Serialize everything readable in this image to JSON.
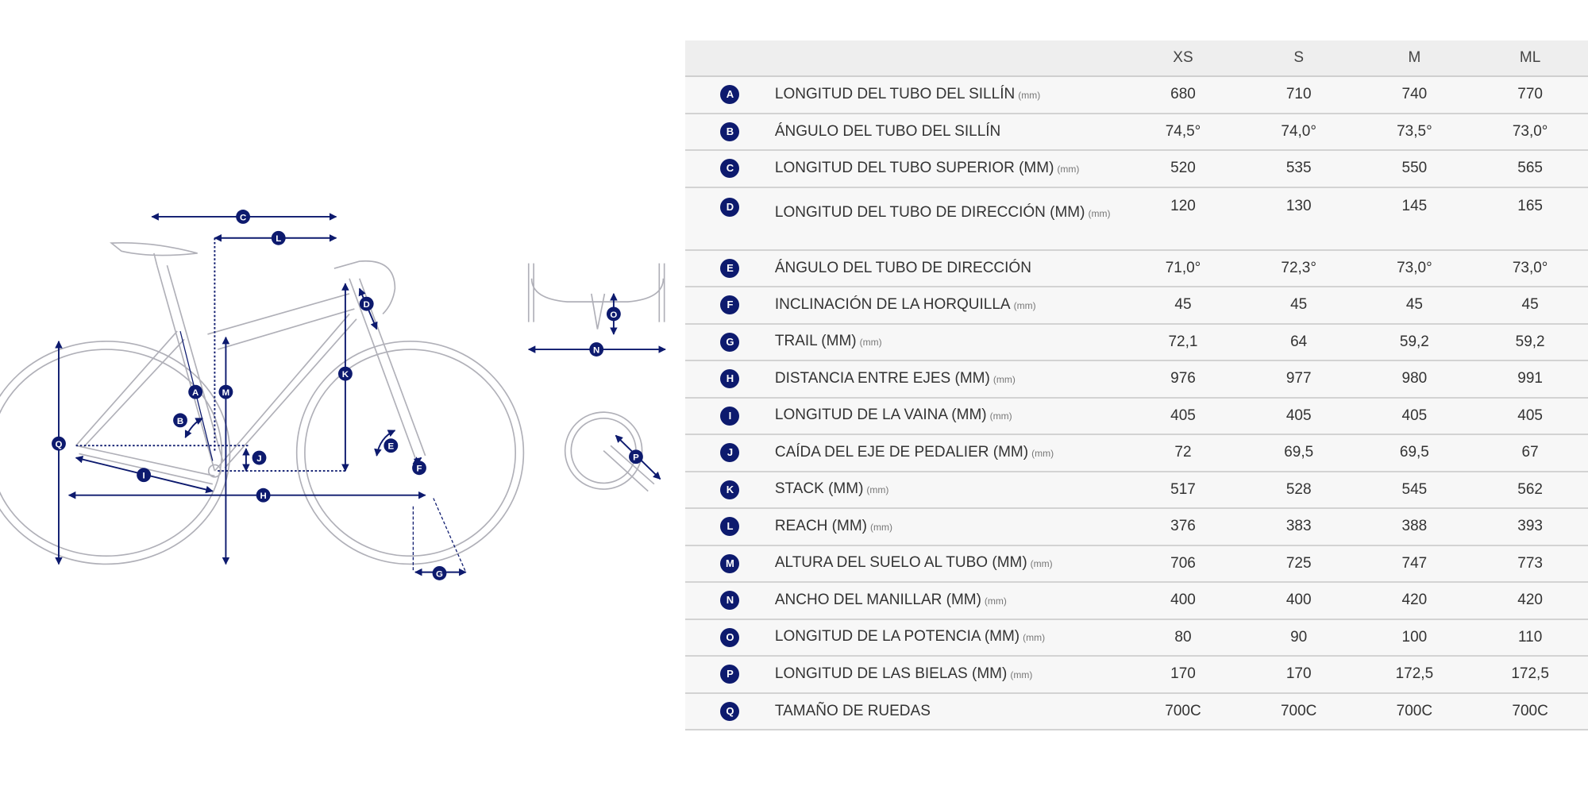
{
  "table": {
    "sizes": [
      "XS",
      "S",
      "M",
      "ML"
    ],
    "rows": [
      {
        "letter": "A",
        "label": "LONGITUD DEL TUBO DEL SILLÍN",
        "unit": "(mm)",
        "values": [
          "680",
          "710",
          "740",
          "770"
        ]
      },
      {
        "letter": "B",
        "label": "ÁNGULO DEL TUBO DEL SILLÍN",
        "unit": "",
        "values": [
          "74,5°",
          "74,0°",
          "73,5°",
          "73,0°"
        ]
      },
      {
        "letter": "C",
        "label": "LONGITUD DEL TUBO SUPERIOR (MM)",
        "unit": "(mm)",
        "values": [
          "520",
          "535",
          "550",
          "565"
        ]
      },
      {
        "letter": "D",
        "label": "LONGITUD DEL TUBO DE DIRECCIÓN (MM)",
        "unit": "(mm)",
        "values": [
          "120",
          "130",
          "145",
          "165"
        ]
      },
      {
        "letter": "E",
        "label": "ÁNGULO DEL TUBO DE DIRECCIÓN",
        "unit": "",
        "values": [
          "71,0°",
          "72,3°",
          "73,0°",
          "73,0°"
        ]
      },
      {
        "letter": "F",
        "label": "INCLINACIÓN DE LA HORQUILLA",
        "unit": "(mm)",
        "values": [
          "45",
          "45",
          "45",
          "45"
        ]
      },
      {
        "letter": "G",
        "label": "TRAIL (MM)",
        "unit": "(mm)",
        "values": [
          "72,1",
          "64",
          "59,2",
          "59,2"
        ]
      },
      {
        "letter": "H",
        "label": "DISTANCIA ENTRE EJES (MM)",
        "unit": "(mm)",
        "values": [
          "976",
          "977",
          "980",
          "991"
        ]
      },
      {
        "letter": "I",
        "label": "LONGITUD DE LA VAINA (MM)",
        "unit": "(mm)",
        "values": [
          "405",
          "405",
          "405",
          "405"
        ]
      },
      {
        "letter": "J",
        "label": "CAÍDA DEL EJE DE PEDALIER (MM)",
        "unit": "(mm)",
        "values": [
          "72",
          "69,5",
          "69,5",
          "67"
        ]
      },
      {
        "letter": "K",
        "label": "STACK (MM)",
        "unit": "(mm)",
        "values": [
          "517",
          "528",
          "545",
          "562"
        ]
      },
      {
        "letter": "L",
        "label": "REACH (MM)",
        "unit": "(mm)",
        "values": [
          "376",
          "383",
          "388",
          "393"
        ]
      },
      {
        "letter": "M",
        "label": "ALTURA DEL SUELO AL TUBO (MM)",
        "unit": "(mm)",
        "values": [
          "706",
          "725",
          "747",
          "773"
        ]
      },
      {
        "letter": "N",
        "label": "ANCHO DEL MANILLAR (MM)",
        "unit": "(mm)",
        "values": [
          "400",
          "400",
          "420",
          "420"
        ]
      },
      {
        "letter": "O",
        "label": "LONGITUD DE LA POTENCIA (MM)",
        "unit": "(mm)",
        "values": [
          "80",
          "90",
          "100",
          "110"
        ]
      },
      {
        "letter": "P",
        "label": "LONGITUD DE LAS BIELAS (MM)",
        "unit": "(mm)",
        "values": [
          "170",
          "170",
          "172,5",
          "172,5"
        ]
      },
      {
        "letter": "Q",
        "label": "TAMAÑO DE RUEDAS",
        "unit": "",
        "values": [
          "700C",
          "700C",
          "700C",
          "700C"
        ]
      }
    ]
  },
  "diagram_labels": [
    "A",
    "B",
    "C",
    "D",
    "E",
    "F",
    "G",
    "H",
    "I",
    "J",
    "K",
    "L",
    "M",
    "N",
    "O",
    "P",
    "Q"
  ],
  "colors": {
    "accent": "#0d1a6e",
    "outline": "#b0b0b8"
  }
}
